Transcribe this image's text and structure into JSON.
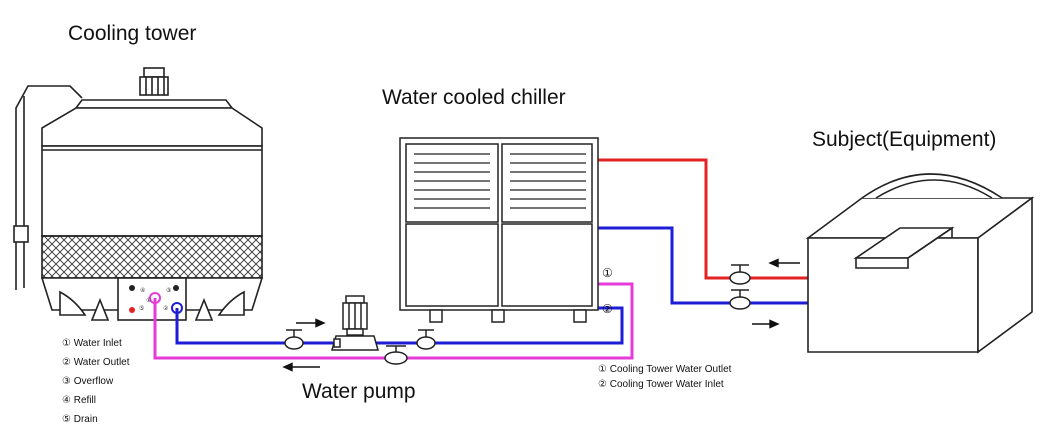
{
  "labels": {
    "cooling_tower": "Cooling tower",
    "chiller": "Water cooled chiller",
    "equipment": "Subject(Equipment)",
    "pump": "Water pump"
  },
  "tower_ports": {
    "title_lines": [
      "① Water Inlet",
      "② Water Outlet",
      "③ Overflow",
      "④ Refill",
      "⑤ Drain"
    ]
  },
  "chiller_ports": {
    "num_1": "①",
    "num_2": "②",
    "lines": [
      "① Cooling Tower Water Outlet",
      "② Cooling Tower Water Inlet"
    ]
  },
  "colors": {
    "supply": "#e32222",
    "return": "#1d1dd6",
    "cooling": "#e53bd9",
    "outline": "#222222"
  }
}
